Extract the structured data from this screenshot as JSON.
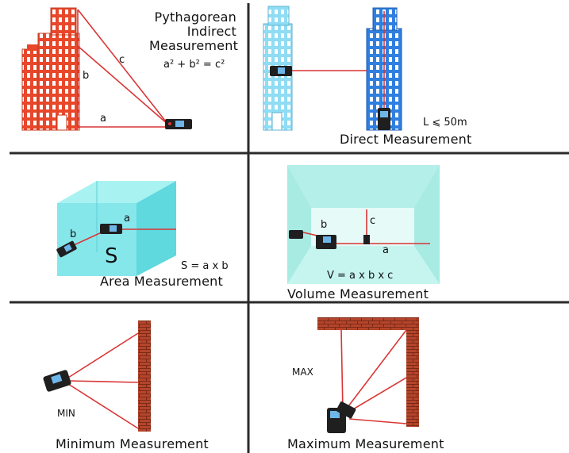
{
  "colors": {
    "divider": "#2a2a2a",
    "building_red": "#e8472a",
    "building_blue": "#2f7fe0",
    "building_light": "#8fdcf5",
    "laser": "#d93535",
    "box_cyan": "#7fe6ea",
    "brick": "#b5452b"
  },
  "panels": {
    "pythagorean": {
      "title_line1": "Pythagorean",
      "title_line2": "Indirect",
      "title_line3": "Measurement",
      "formula": "a² + b² = c²",
      "label_a": "a",
      "label_b": "b",
      "label_c": "c"
    },
    "direct": {
      "title": "Direct Measurement",
      "range": "L ⩽ 50m"
    },
    "area": {
      "title": "Area Measurement",
      "formula": "S = a x b",
      "surface": "S",
      "label_a": "a",
      "label_b": "b"
    },
    "volume": {
      "title": "Volume Measurement",
      "formula": "V = a x b x c",
      "label_a": "a",
      "label_b": "b",
      "label_c": "c"
    },
    "minimum": {
      "title": "Minimum Measurement",
      "tag": "MIN"
    },
    "maximum": {
      "title": "Maximum Measurement",
      "tag": "MAX"
    }
  }
}
